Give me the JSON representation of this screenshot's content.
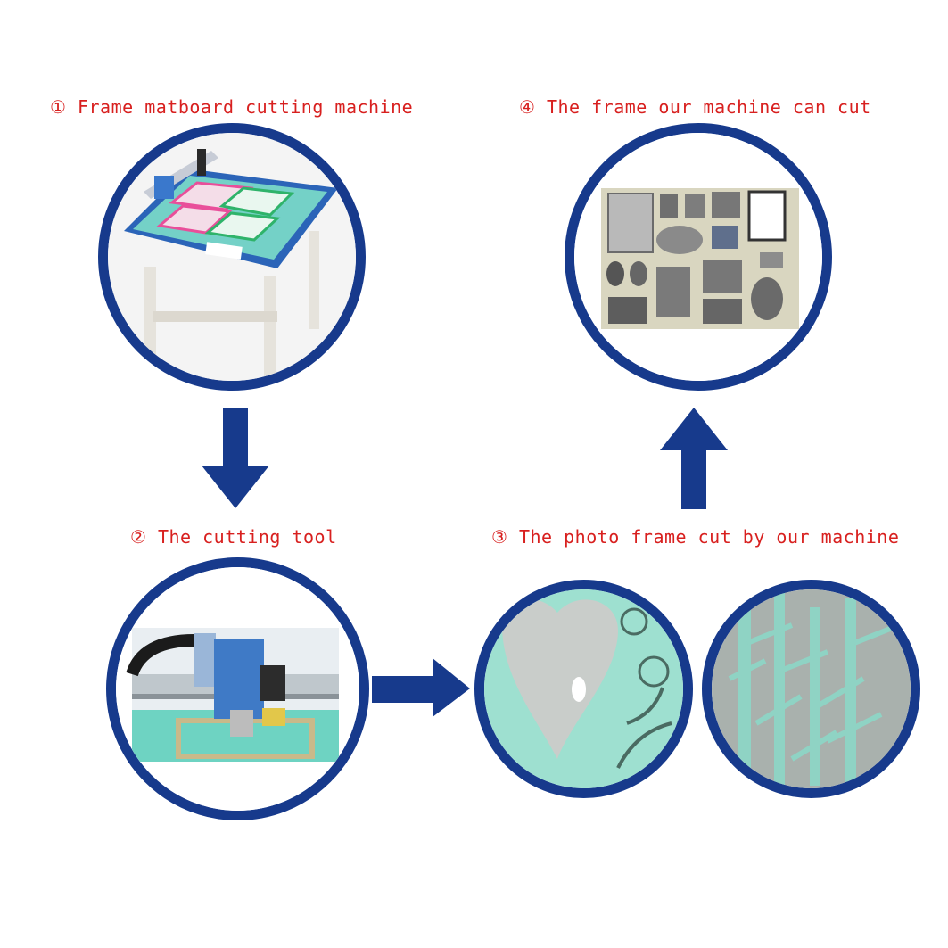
{
  "steps": [
    {
      "label": "① Frame matboard cutting machine"
    },
    {
      "label": "② The cutting tool"
    },
    {
      "label": "③ The photo frame cut by our machine"
    },
    {
      "label": "④ The frame our machine can cut"
    }
  ],
  "colors": {
    "label": "#d8201f",
    "ring": "#173a8c",
    "arrow": "#173a8c",
    "mat": "#8fd3c4"
  }
}
